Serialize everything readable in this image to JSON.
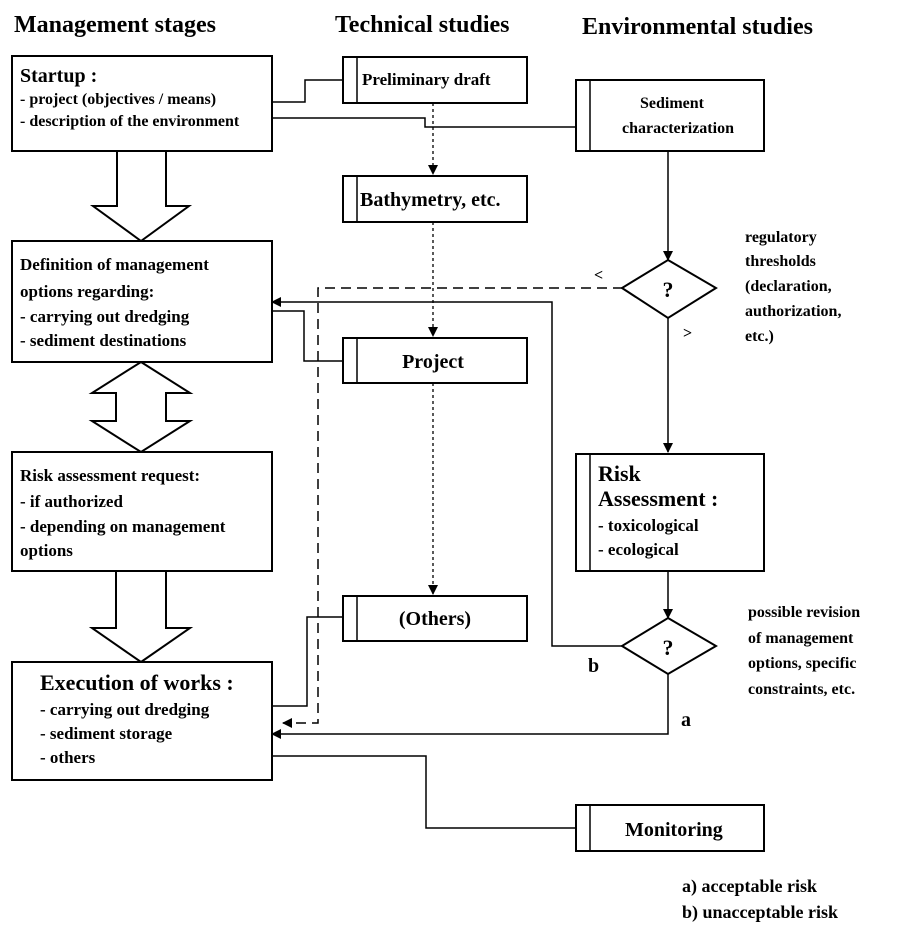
{
  "headers": {
    "management": "Management stages",
    "technical": "Technical studies",
    "environmental": "Environmental studies"
  },
  "startup": {
    "title": "Startup :",
    "lines": [
      "- project (objectives / means)",
      "- description of the environment"
    ]
  },
  "definition": {
    "lines": [
      "Definition of management",
      "options regarding:",
      "- carrying out dredging",
      "- sediment destinations"
    ]
  },
  "risk_request": {
    "lines": [
      "Risk assessment request:",
      "- if authorized",
      "- depending on management",
      "options"
    ]
  },
  "execution": {
    "title": "Execution of works :",
    "lines": [
      "- carrying out dredging",
      "- sediment storage",
      "- others"
    ]
  },
  "technical": {
    "preliminary": "Preliminary draft",
    "bathymetry": "Bathymetry, etc.",
    "project": "Project",
    "others": "(Others)"
  },
  "environmental": {
    "sediment": [
      "Sediment",
      "characterization"
    ],
    "risk_title": [
      "Risk",
      "Assessment :"
    ],
    "risk_lines": [
      "- toxicological",
      "- ecological"
    ],
    "monitoring": "Monitoring"
  },
  "decisions": {
    "q1": "?",
    "q2": "?",
    "less": "<",
    "greater": ">",
    "label_a": "a",
    "label_b": "b"
  },
  "notes": {
    "thresholds": [
      "regulatory",
      "thresholds",
      "(declaration,",
      "authorization,",
      "etc.)"
    ],
    "revision": [
      "possible revision",
      "of management",
      "options, specific",
      "constraints, etc."
    ]
  },
  "legend": [
    "a) acceptable risk",
    "b) unacceptable risk"
  ]
}
